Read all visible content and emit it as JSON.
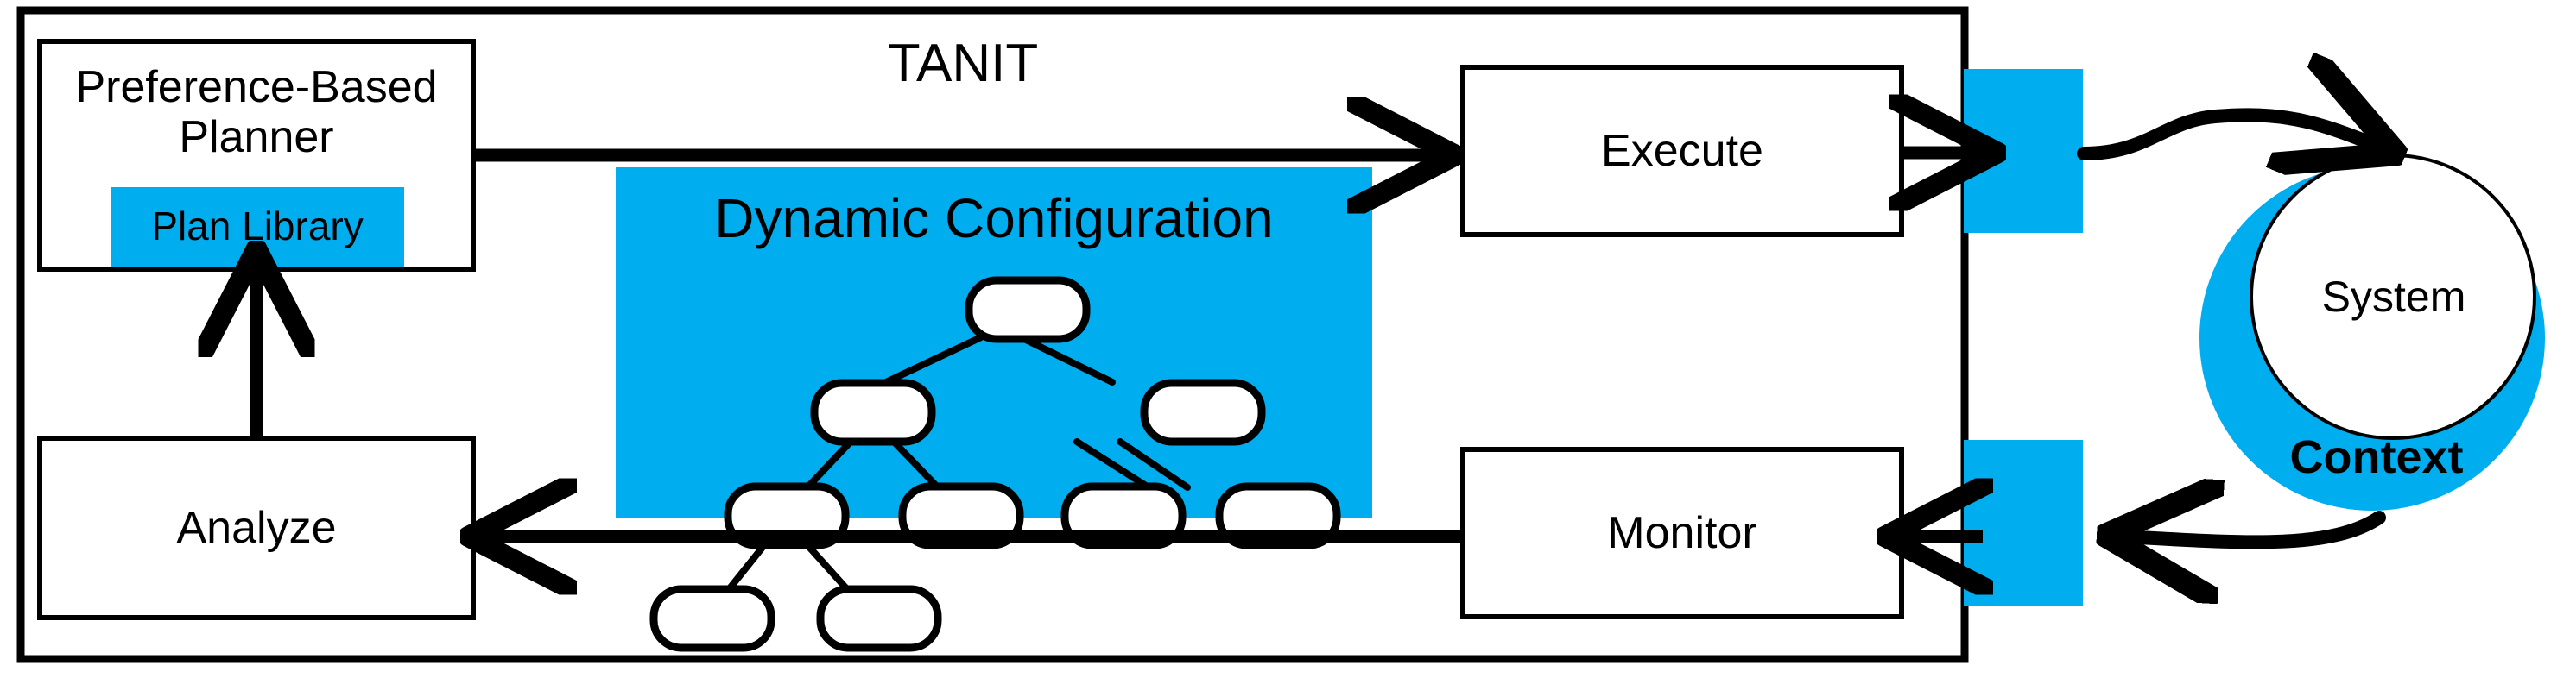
{
  "diagram": {
    "title": "TANIT",
    "colors": {
      "accent_blue": "#00ADEE",
      "stroke_black": "#000000",
      "fill_white": "#FFFFFF"
    },
    "framework_box": {
      "name": "TANIT framework boundary",
      "title": "TANIT"
    },
    "nodes": {
      "planner": {
        "label": "Preference-Based\nPlanner",
        "sub_label": "Plan Library"
      },
      "dynamic_configuration": {
        "label": "Dynamic Configuration",
        "tree": {
          "levels": [
            {
              "level": 0,
              "node_count": 1
            },
            {
              "level": 1,
              "node_count": 2
            },
            {
              "level": 2,
              "node_count": 4
            },
            {
              "level": 3,
              "node_count": 2
            }
          ],
          "total_nodes": 9
        }
      },
      "execute": {
        "label": "Execute"
      },
      "monitor": {
        "label": "Monitor"
      },
      "analyze": {
        "label": "Analyze"
      },
      "context": {
        "outer_label": "Context",
        "inner_label": "System"
      },
      "effector_top": {
        "label": ""
      },
      "sensor_bottom": {
        "label": ""
      }
    },
    "arrows": [
      {
        "name": "planner-to-execute",
        "from": "planner",
        "to": "execute"
      },
      {
        "name": "execute-to-effector",
        "from": "execute",
        "to": "effector_top"
      },
      {
        "name": "effector-to-system",
        "from": "effector_top",
        "to": "context"
      },
      {
        "name": "system-to-sensor",
        "from": "context",
        "to": "sensor_bottom"
      },
      {
        "name": "sensor-to-monitor",
        "from": "sensor_bottom",
        "to": "monitor"
      },
      {
        "name": "monitor-to-analyze",
        "from": "monitor",
        "to": "analyze"
      },
      {
        "name": "analyze-to-plan-library",
        "from": "analyze",
        "to": "planner"
      }
    ]
  }
}
